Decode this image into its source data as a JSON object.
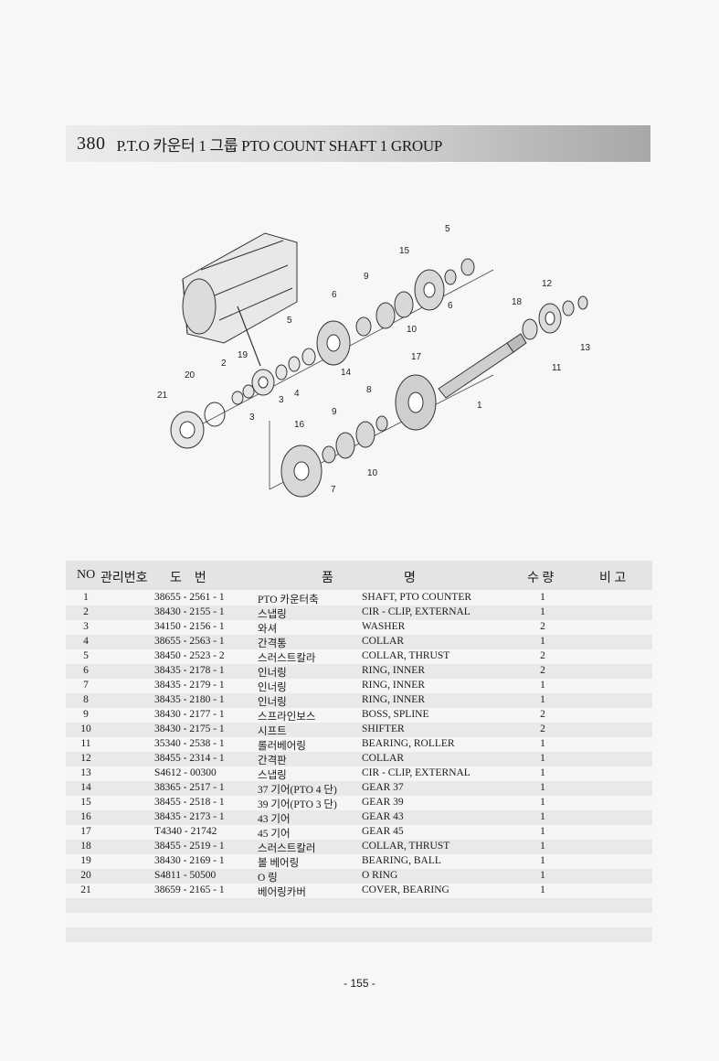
{
  "title": {
    "number": "380",
    "text": "P.T.O 카운터 1 그룹 PTO COUNT SHAFT 1 GROUP"
  },
  "diagram_labels": [
    "1",
    "2",
    "3",
    "3",
    "4",
    "5",
    "5",
    "6",
    "6",
    "7",
    "8",
    "9",
    "9",
    "10",
    "10",
    "11",
    "12",
    "13",
    "14",
    "15",
    "16",
    "17",
    "18",
    "19",
    "20",
    "21"
  ],
  "table": {
    "headers": {
      "no": "NO",
      "mgmt": "관리번호",
      "drawing": "도　번",
      "name_a": "품",
      "name_b": "명",
      "qty": "수 량",
      "remarks": "비 고"
    },
    "rows": [
      {
        "no": "1",
        "code": "38655 - 2561 - 1",
        "kr": "PTO 카운터축",
        "en": "SHAFT, PTO COUNTER",
        "qty": "1"
      },
      {
        "no": "2",
        "code": "38430 - 2155 - 1",
        "kr": "스냅링",
        "en": "CIR - CLIP, EXTERNAL",
        "qty": "1"
      },
      {
        "no": "3",
        "code": "34150 - 2156 - 1",
        "kr": "와셔",
        "en": "WASHER",
        "qty": "2"
      },
      {
        "no": "4",
        "code": "38655 - 2563 - 1",
        "kr": "간격통",
        "en": "COLLAR",
        "qty": "1"
      },
      {
        "no": "5",
        "code": "38450 - 2523 - 2",
        "kr": "스러스트칼라",
        "en": "COLLAR, THRUST",
        "qty": "2"
      },
      {
        "no": "6",
        "code": "38435 - 2178 - 1",
        "kr": "인너링",
        "en": "RING, INNER",
        "qty": "2"
      },
      {
        "no": "7",
        "code": "38435 - 2179 - 1",
        "kr": "인너링",
        "en": "RING, INNER",
        "qty": "1"
      },
      {
        "no": "8",
        "code": "38435 - 2180 - 1",
        "kr": "인너링",
        "en": "RING, INNER",
        "qty": "1"
      },
      {
        "no": "9",
        "code": "38430 - 2177 - 1",
        "kr": "스프라인보스",
        "en": "BOSS, SPLINE",
        "qty": "2"
      },
      {
        "no": "10",
        "code": "38430 - 2175 - 1",
        "kr": "시프트",
        "en": "SHIFTER",
        "qty": "2"
      },
      {
        "no": "11",
        "code": "35340 - 2538 - 1",
        "kr": "롤러베어링",
        "en": "BEARING, ROLLER",
        "qty": "1"
      },
      {
        "no": "12",
        "code": "38455 - 2314 - 1",
        "kr": "간격판",
        "en": "COLLAR",
        "qty": "1"
      },
      {
        "no": "13",
        "code": "S4612 - 00300",
        "kr": "스냅링",
        "en": "CIR - CLIP, EXTERNAL",
        "qty": "1"
      },
      {
        "no": "14",
        "code": "38365 - 2517 - 1",
        "kr": "37 기어(PTO 4 단)",
        "en": "GEAR 37",
        "qty": "1"
      },
      {
        "no": "15",
        "code": "38455 - 2518 - 1",
        "kr": "39 기어(PTO 3 단)",
        "en": "GEAR 39",
        "qty": "1"
      },
      {
        "no": "16",
        "code": "38435 - 2173 - 1",
        "kr": "43 기어",
        "en": "GEAR 43",
        "qty": "1"
      },
      {
        "no": "17",
        "code": "T4340 - 21742",
        "kr": "45 기어",
        "en": "GEAR 45",
        "qty": "1"
      },
      {
        "no": "18",
        "code": "38455 - 2519 - 1",
        "kr": "스러스트칼러",
        "en": "COLLAR, THRUST",
        "qty": "1"
      },
      {
        "no": "19",
        "code": "38430 - 2169 - 1",
        "kr": "볼 베어링",
        "en": "BEARING, BALL",
        "qty": "1"
      },
      {
        "no": "20",
        "code": "S4811 - 50500",
        "kr": "O 링",
        "en": "O RING",
        "qty": "1"
      },
      {
        "no": "21",
        "code": "38659 - 2165 - 1",
        "kr": "베어링카버",
        "en": "COVER, BEARING",
        "qty": "1"
      }
    ]
  },
  "page_number": "- 155 -"
}
